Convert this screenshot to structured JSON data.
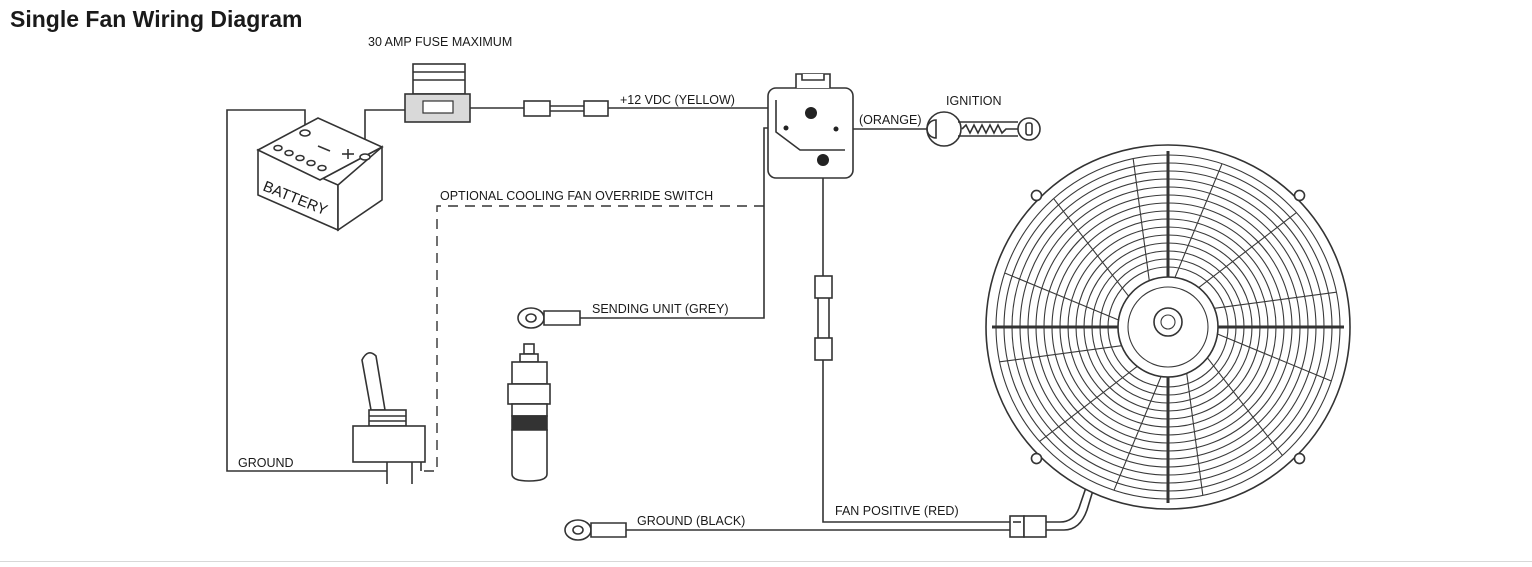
{
  "title": "Single Fan Wiring Diagram",
  "labels": {
    "fuse": "30 AMP FUSE MAXIMUM",
    "power_wire": "+12 VDC (YELLOW)",
    "ignition": "IGNITION",
    "ignition_wire": "(ORANGE)",
    "override_switch": "OPTIONAL COOLING FAN OVERRIDE SWITCH",
    "sending_unit": "SENDING UNIT (GREY)",
    "ground": "GROUND",
    "ground_black": "GROUND (BLACK)",
    "fan_positive": "FAN POSITIVE (RED)",
    "battery": "BATTERY"
  },
  "colors": {
    "line": "#333333",
    "fuse_fill": "#d9d9d9",
    "sensor_band": "#333333"
  }
}
